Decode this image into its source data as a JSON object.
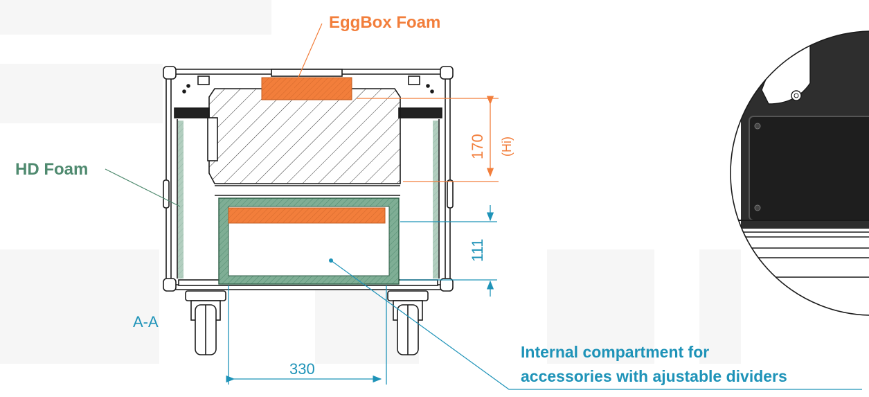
{
  "labels": {
    "eggbox_foam": "EggBox Foam",
    "hd_foam": "HD Foam",
    "section": "A-A",
    "compartment_line1": "Internal compartment for",
    "compartment_line2": "accessories with ajustable dividers"
  },
  "dimensions": {
    "height_top": "170",
    "height_top_note": "(Hi)",
    "height_bottom": "111",
    "width_bottom": "330"
  },
  "colors": {
    "eggbox": "#f27e3b",
    "hdfoam": "#4f8a6f",
    "dimension_blue": "#1e93b8",
    "dimension_orange": "#f27e3b",
    "outline": "#1a1a1a",
    "watermark": "#f6f6f6"
  }
}
